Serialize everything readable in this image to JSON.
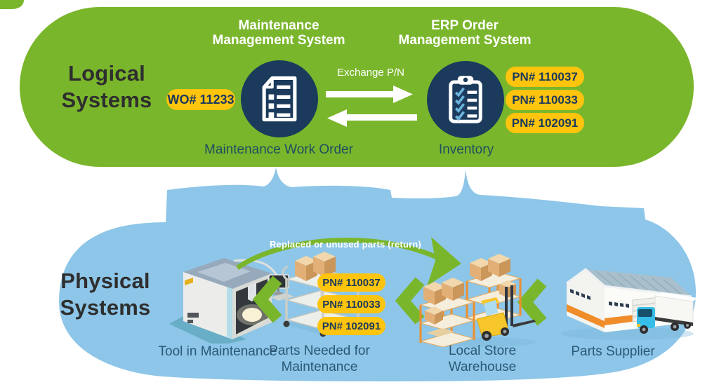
{
  "colors": {
    "panel_green": "#7ab62c",
    "panel_blue": "#8dc6e8",
    "circle_navy": "#1b3a5c",
    "badge_yellow": "#ffc40d",
    "badge_text_navy": "#1b3a5c",
    "arrow_green": "#7ab62c",
    "arrow_white": "#ffffff",
    "title_charcoal": "#2e2e2e",
    "caption_on_green": "#1e4e60",
    "caption_on_blue": "#2b5876"
  },
  "logical": {
    "section_title": [
      "Logical",
      "Systems"
    ],
    "mms_title": [
      "Maintenance",
      "Management System"
    ],
    "erp_title": [
      "ERP Order",
      "Management System"
    ],
    "wo_badge": "WO# 11233",
    "exchange_label": "Exchange P/N",
    "work_order_caption": "Maintenance Work Order",
    "inventory_caption": "Inventory",
    "pn_badges": [
      "PN# 110037",
      "PN# 110033",
      "PN# 102091"
    ],
    "icons": {
      "maintenance_system": "work-order-document-icon",
      "erp_system": "inventory-checklist-icon"
    }
  },
  "physical": {
    "section_title": [
      "Physical",
      "Systems"
    ],
    "return_arrow_label": "Replaced or unused parts (return)",
    "pn_badges": [
      "PN# 110037",
      "PN# 110033",
      "PN# 102091"
    ],
    "tool_caption": "Tool in Maintenance",
    "parts_caption": [
      "Parts Needed for",
      "Maintenance"
    ],
    "warehouse_caption": [
      "Local Store",
      "Warehouse"
    ],
    "supplier_caption": "Parts Supplier",
    "illustrations": [
      "cnc-machine",
      "parts-cart",
      "warehouse-racks-forklift",
      "supplier-building-truck"
    ]
  }
}
